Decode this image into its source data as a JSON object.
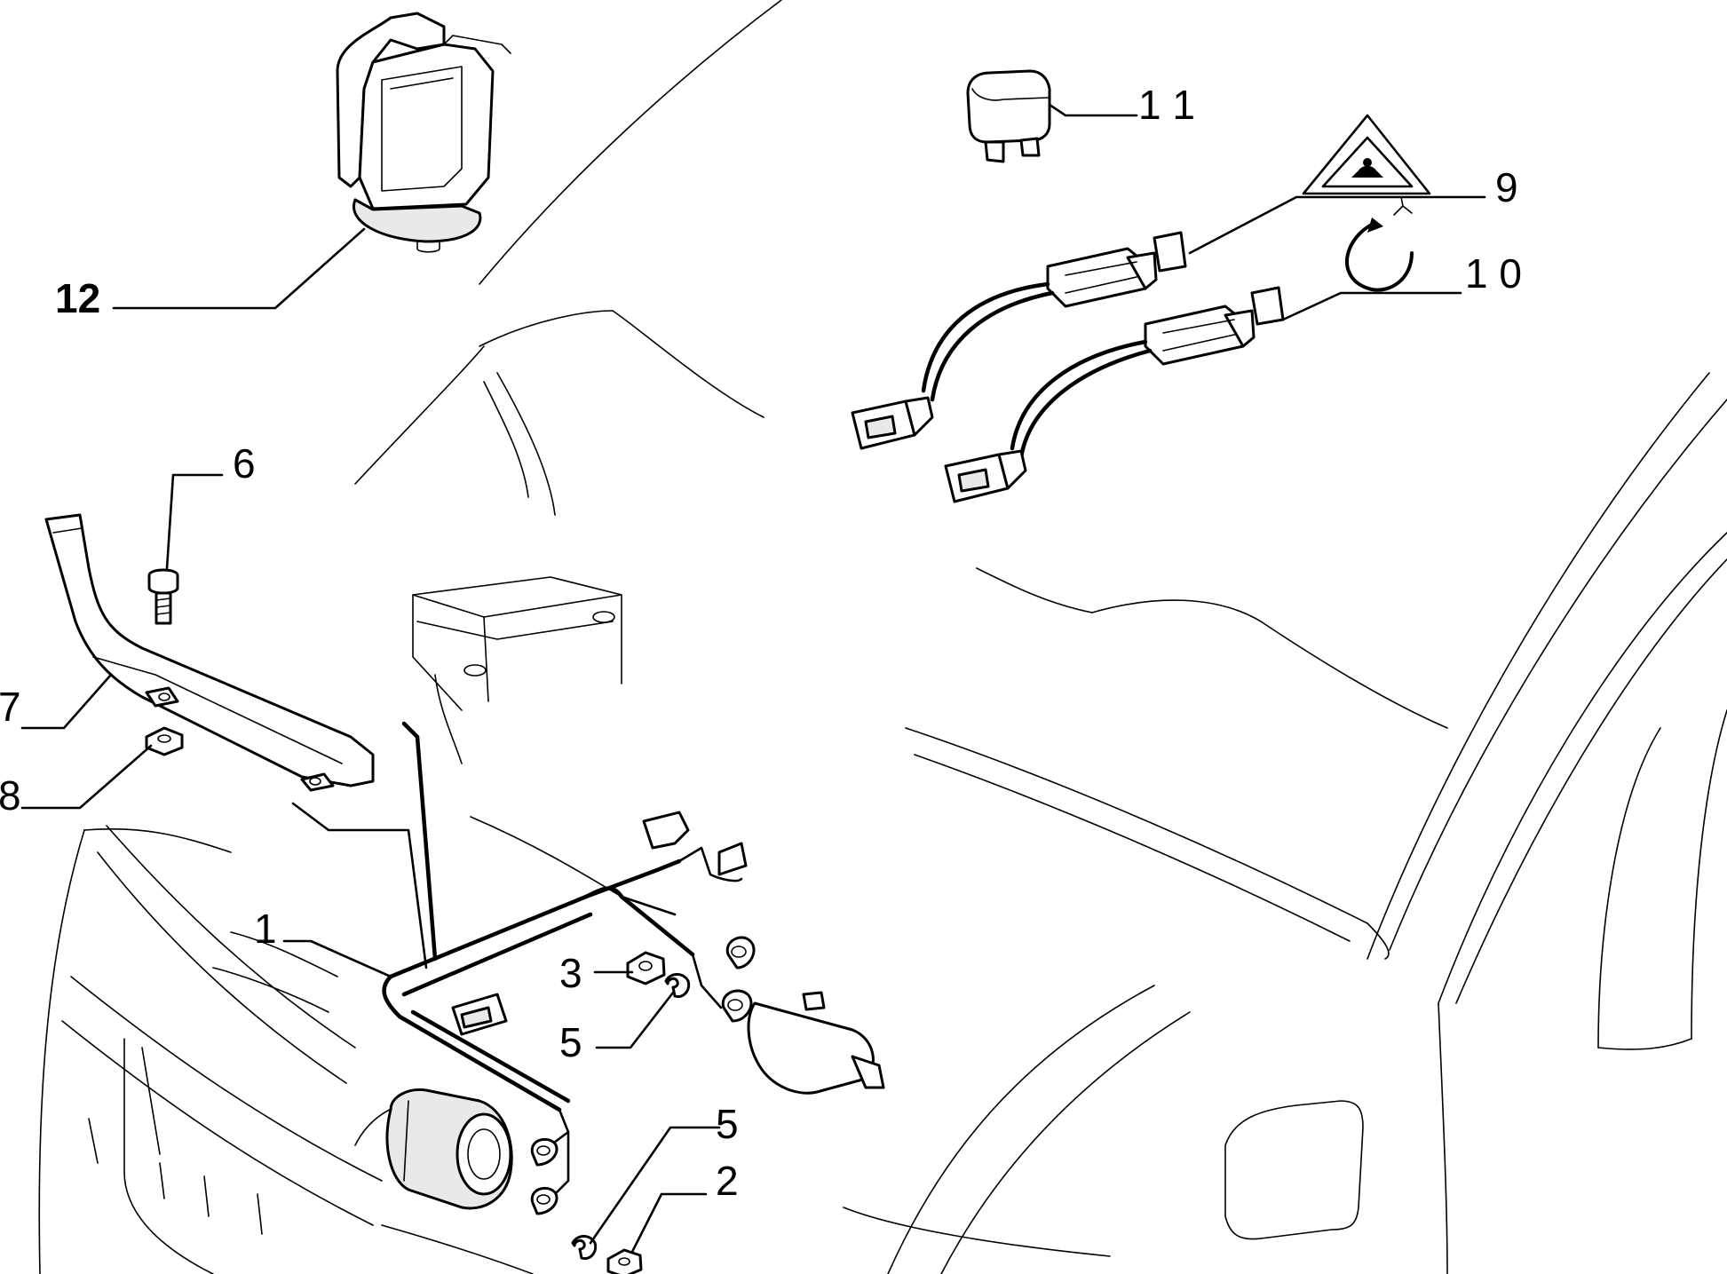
{
  "diagram": {
    "callouts": [
      {
        "id": "1",
        "label": "1"
      },
      {
        "id": "2",
        "label": "2"
      },
      {
        "id": "3",
        "label": "3"
      },
      {
        "id": "5a",
        "label": "5"
      },
      {
        "id": "5b",
        "label": "5"
      },
      {
        "id": "6",
        "label": "6"
      },
      {
        "id": "7",
        "label": "7"
      },
      {
        "id": "8",
        "label": "8"
      },
      {
        "id": "9",
        "label": "9"
      },
      {
        "id": "10",
        "label": "1 0"
      },
      {
        "id": "11",
        "label": "1 1"
      },
      {
        "id": "12",
        "label": "12"
      }
    ],
    "symbols": {
      "warning_triangle": "hazard-triangle-icon",
      "fan_rotation": "rotation-arrow-icon"
    }
  }
}
